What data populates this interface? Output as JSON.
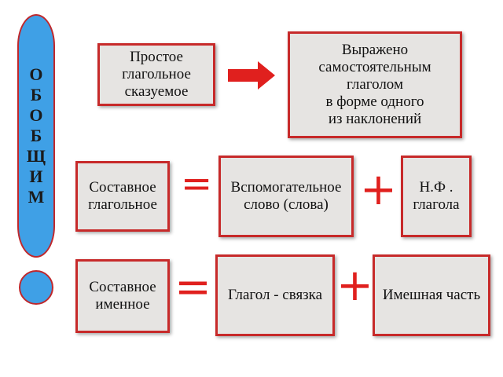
{
  "side_label": {
    "letters": [
      "О",
      "Б",
      "О",
      "Б",
      "Щ",
      "И",
      "М"
    ]
  },
  "row1": {
    "left": "Простое\nглагольное\nсказуемое",
    "right": "Выражено\nсамостоятельным\nглаголом\nв форме одного\nиз наклонений"
  },
  "row2": {
    "left": "Составное\nглагольное",
    "middle": "Вспомогательное\nслово (слова)",
    "right": "Н.Ф .\nглагола",
    "equals": "=",
    "plus": "+"
  },
  "row3": {
    "left": "Составное\nименное",
    "middle": "Глагол - связка",
    "right": "Имешная часть",
    "equals": "=",
    "plus": "+"
  },
  "colors": {
    "box_border": "#c72a2a",
    "box_fill": "#e6e4e2",
    "accent_red": "#e0201e",
    "marker_blue": "#3fa0e6"
  }
}
